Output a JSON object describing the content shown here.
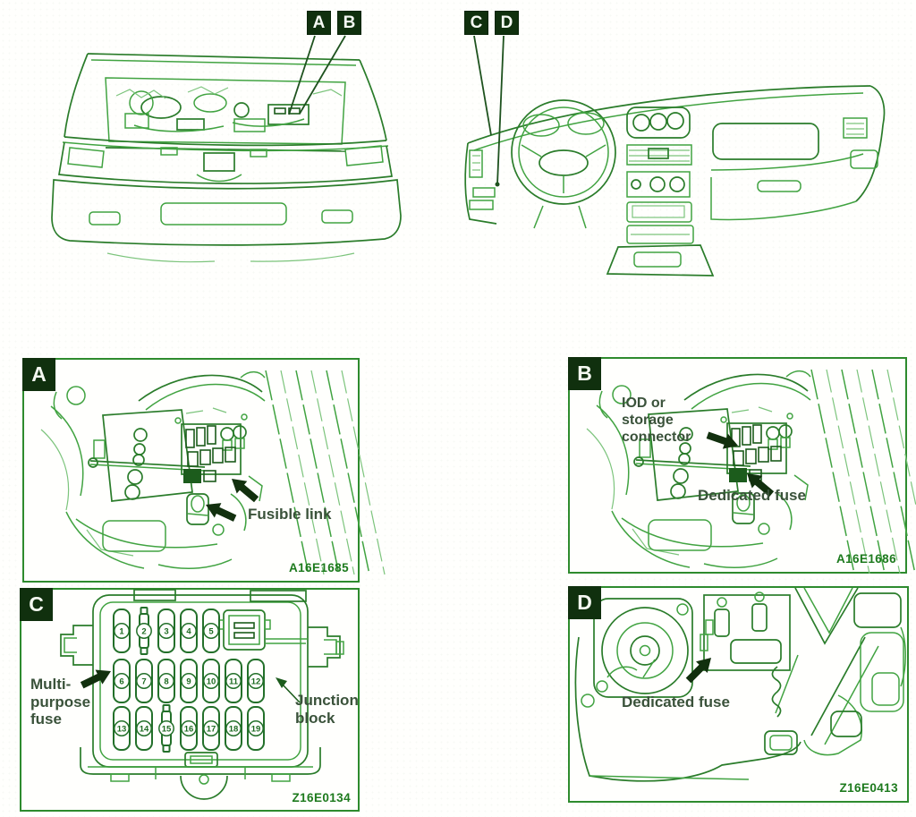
{
  "palette": {
    "line_green": "#41a341",
    "line_green_dark": "#1c5c1c",
    "panel_border": "#2e8b2e",
    "label_box_bg": "#10300e",
    "label_box_fg": "#f4f8f1",
    "caption_text": "#3a523a",
    "code_text": "#1d7a1d",
    "background": "#fffffd"
  },
  "overview_callouts": {
    "a": "A",
    "b": "B",
    "c": "C",
    "d": "D"
  },
  "panels": {
    "a": {
      "label": "A",
      "caption": "Fusible link",
      "code": "A16E1685"
    },
    "b": {
      "label": "B",
      "caption_lines": [
        "IOD or",
        "storage",
        "connector"
      ],
      "caption2": "Dedicated fuse",
      "code": "A16E1686"
    },
    "c": {
      "label": "C",
      "caption_left_lines": [
        "Multi-",
        "purpose",
        "fuse"
      ],
      "caption_right_lines": [
        "Junction",
        "block"
      ],
      "code": "Z16E0134",
      "fuse_rows": [
        [
          1,
          2,
          3,
          4,
          5
        ],
        [
          6,
          7,
          8,
          9,
          10,
          11,
          12
        ],
        [
          13,
          14,
          15,
          16,
          17,
          18,
          19
        ]
      ],
      "narrow_fuses": [
        2,
        15
      ]
    },
    "d": {
      "label": "D",
      "caption": "Dedicated fuse",
      "code": "Z16E0413"
    }
  }
}
